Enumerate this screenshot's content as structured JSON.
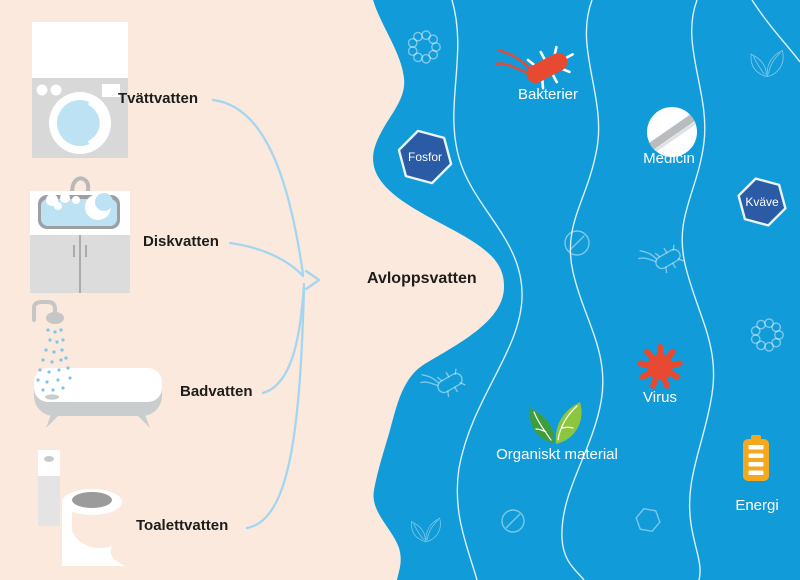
{
  "palette": {
    "background_pink": "#fbe9dd",
    "water_blue": "#119bd8",
    "badge_blue": "#2a5ba4",
    "accent_red": "#e84a31",
    "battery_yellow": "#f3a81d",
    "leaf_green_dark": "#3f9e3c",
    "leaf_green_light": "#8cc63f",
    "arrow_blue": "#a5d6ef",
    "text_dark": "#1d1d1b",
    "text_light": "#ffffff"
  },
  "sources": {
    "items": [
      {
        "label": "Tvättvatten",
        "icon": "washing-machine-icon"
      },
      {
        "label": "Diskvatten",
        "icon": "kitchen-sink-icon"
      },
      {
        "label": "Badvatten",
        "icon": "bathtub-icon"
      },
      {
        "label": "Toalettvatten",
        "icon": "toilet-icon"
      }
    ]
  },
  "center": {
    "label": "Avloppsvatten"
  },
  "water": {
    "contaminants": [
      {
        "label": "Bakterier",
        "icon": "bacteria-icon"
      },
      {
        "label": "Fosfor",
        "icon": "hexagon-badge-icon"
      },
      {
        "label": "Medicin",
        "icon": "pill-icon"
      },
      {
        "label": "Kväve",
        "icon": "hexagon-badge-icon"
      },
      {
        "label": "Virus",
        "icon": "virus-icon"
      },
      {
        "label": "Organiskt material",
        "icon": "leaves-icon"
      },
      {
        "label": "Energi",
        "icon": "battery-icon"
      }
    ],
    "background_outline_icons": [
      "virus-outline-icon",
      "leaves-outline-icon",
      "pill-outline-icon",
      "bacteria-outline-icon",
      "bacteria-outline-icon",
      "virus-outline-icon",
      "leaves-outline-icon",
      "pill-outline-icon",
      "hexagon-outline-icon"
    ]
  }
}
